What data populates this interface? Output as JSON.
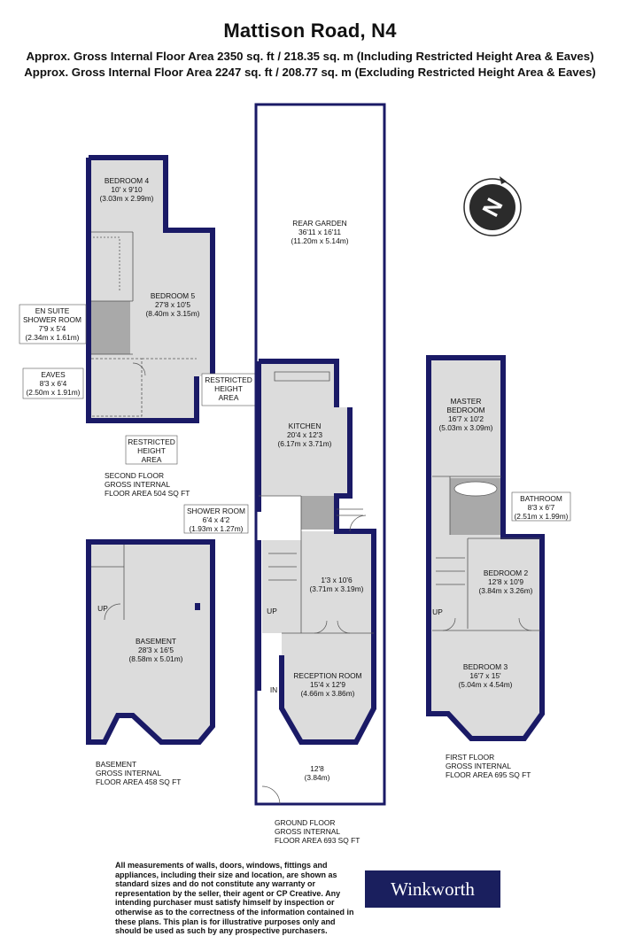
{
  "header": {
    "title": "Mattison Road, N4",
    "area_including": "Approx. Gross Internal Floor Area 2350 sq. ft / 218.35 sq. m (Including Restricted Height Area & Eaves)",
    "area_excluding": "Approx. Gross Internal Floor Area 2247 sq. ft / 208.77 sq. m (Excluding Restricted Height Area & Eaves)"
  },
  "colors": {
    "wall": "#1a1a66",
    "room_fill": "#dcdcdc",
    "wet_area": "#a9a9a9",
    "logo_bg": "#1a1f5e"
  },
  "compass": {
    "icon": "north-compass-icon",
    "letter": "N"
  },
  "rooms": {
    "rear_garden": {
      "name": "REAR GARDEN",
      "dim1": "36'11 x 16'11",
      "dim2": "(11.20m x 5.14m)"
    },
    "bedroom4": {
      "name": "BEDROOM 4",
      "dim1": "10' x 9'10",
      "dim2": "(3.03m x 2.99m)"
    },
    "bedroom5": {
      "name": "BEDROOM 5",
      "dim1": "27'8 x 10'5",
      "dim2": "(8.40m x 3.15m)"
    },
    "en_suite": {
      "name1": "EN SUITE",
      "name2": "SHOWER ROOM",
      "dim1": "7'9 x 5'4",
      "dim2": "(2.34m x 1.61m)"
    },
    "eaves": {
      "name": "EAVES",
      "dim1": "8'3 x 6'4",
      "dim2": "(2.50m x 1.91m)"
    },
    "restricted_a": {
      "line1": "RESTRICTED",
      "line2": "HEIGHT",
      "line3": "AREA"
    },
    "restricted_b": {
      "line1": "RESTRICTED",
      "line2": "HEIGHT",
      "line3": "AREA"
    },
    "kitchen": {
      "name": "KITCHEN",
      "dim1": "20'4 x 12'3",
      "dim2": "(6.17m x 3.71m)"
    },
    "shower_room": {
      "name": "SHOWER ROOM",
      "dim1": "6'4 x 4'2",
      "dim2": "(1.93m x 1.27m)"
    },
    "middle_room": {
      "dim1": "1'3 x 10'6",
      "dim2": "(3.71m x 3.19m)"
    },
    "reception": {
      "name": "RECEPTION ROOM",
      "dim1": "15'4 x 12'9",
      "dim2": "(4.66m x 3.86m)"
    },
    "front": {
      "dim1": "12'8",
      "dim2": "(3.84m)"
    },
    "basement": {
      "name": "BASEMENT",
      "dim1": "28'3 x 16'5",
      "dim2": "(8.58m x 5.01m)"
    },
    "master": {
      "name1": "MASTER",
      "name2": "BEDROOM",
      "dim1": "16'7 x 10'2",
      "dim2": "(5.03m x 3.09m)"
    },
    "bathroom": {
      "name": "BATHROOM",
      "dim1": "8'3 x 6'7",
      "dim2": "(2.51m x 1.99m)"
    },
    "bedroom2": {
      "name": "BEDROOM 2",
      "dim1": "12'8 x 10'9",
      "dim2": "(3.84m x 3.26m)"
    },
    "bedroom3": {
      "name": "BEDROOM 3",
      "dim1": "16'7 x 15'",
      "dim2": "(5.04m x 4.54m)"
    }
  },
  "markers": {
    "up": "UP",
    "in": "IN"
  },
  "floors": {
    "second": {
      "l1": "SECOND FLOOR",
      "l2": "GROSS INTERNAL",
      "l3": "FLOOR AREA 504 SQ FT"
    },
    "basement": {
      "l1": "BASEMENT",
      "l2": "GROSS INTERNAL",
      "l3": "FLOOR AREA 458 SQ FT"
    },
    "ground": {
      "l1": "GROUND FLOOR",
      "l2": "GROSS INTERNAL",
      "l3": "FLOOR AREA 693 SQ FT"
    },
    "first": {
      "l1": "FIRST FLOOR",
      "l2": "GROSS INTERNAL",
      "l3": "FLOOR AREA 695 SQ FT"
    }
  },
  "disclaimer": "All measurements of walls, doors, windows, fittings and appliances, including their size and location, are shown as standard sizes and do not constitute any warranty or representation by the seller, their agent or CP Creative. Any intending purchaser must satisfy himself by inspection or otherwise as to the correctness of the information contained in these plans. This plan is for illustrative purposes only and should be used as such by any prospective purchasers.",
  "logo": "Winkworth"
}
